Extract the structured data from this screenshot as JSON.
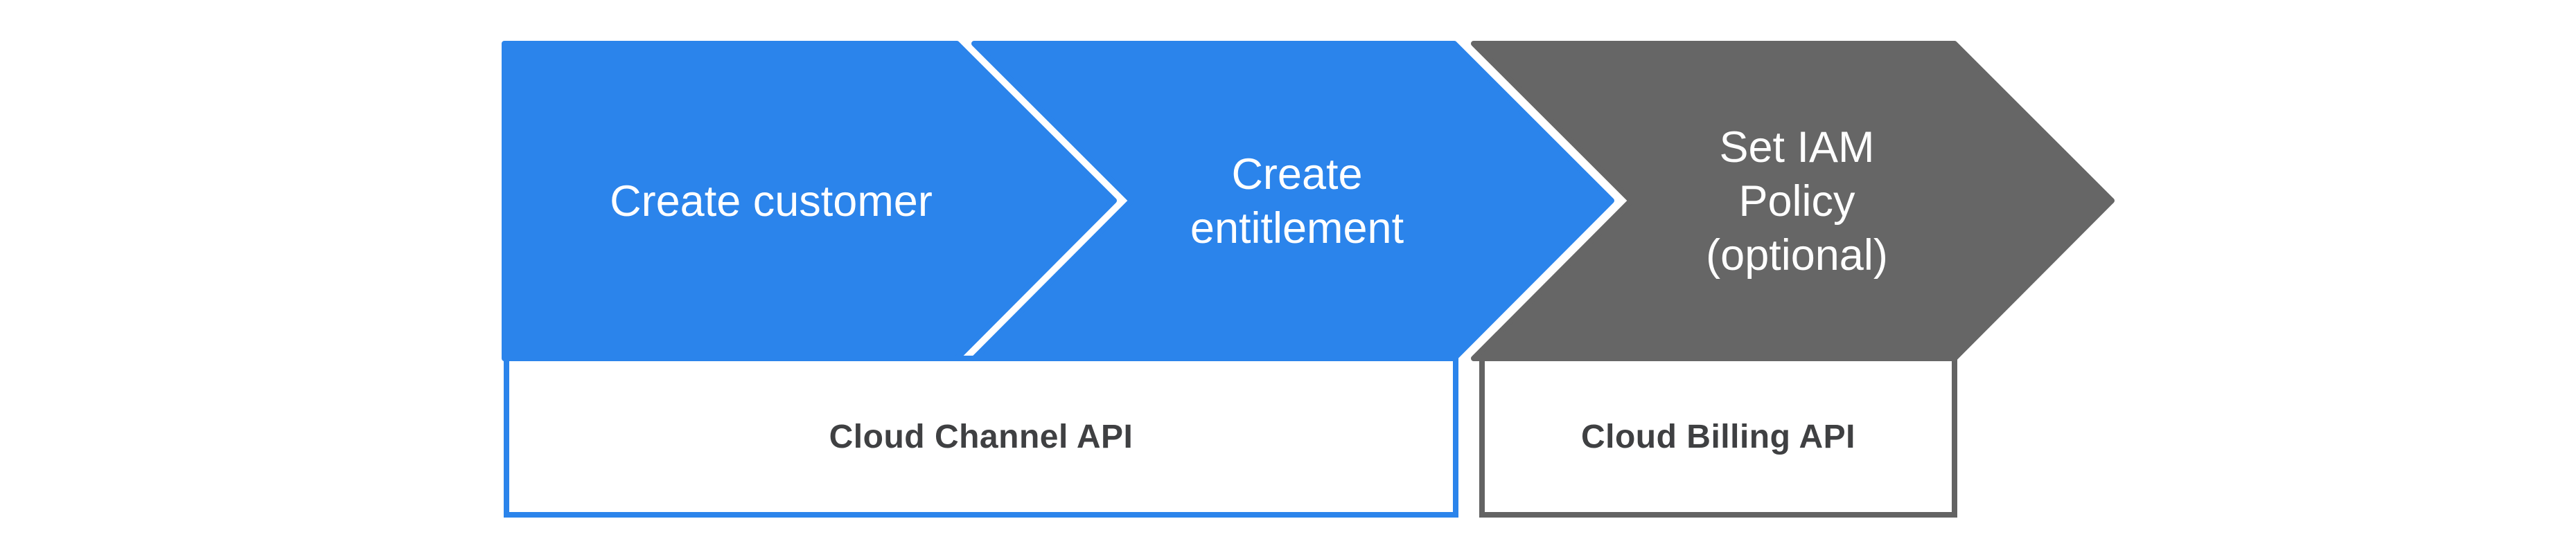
{
  "diagram": {
    "background_color": "#FFFFFF",
    "separator_color": "#FFFFFF",
    "steps": [
      {
        "id": "create-customer",
        "label": "Create customer",
        "fill": "#2B84EB",
        "text_color": "#FFFFFF"
      },
      {
        "id": "create-entitlement",
        "label": "Create\nentitlement",
        "fill": "#2B84EB",
        "text_color": "#FFFFFF"
      },
      {
        "id": "set-iam-policy",
        "label": "Set IAM\nPolicy\n(optional)",
        "fill": "#666666",
        "text_color": "#FFFFFF"
      }
    ],
    "api_boxes": [
      {
        "id": "cloud-channel-api",
        "label": "Cloud Channel API",
        "border_color": "#2B84EB",
        "text_color": "#3F4042",
        "spans_steps": [
          "create-customer",
          "create-entitlement"
        ]
      },
      {
        "id": "cloud-billing-api",
        "label": "Cloud Billing API",
        "border_color": "#636363",
        "text_color": "#3F4042",
        "spans_steps": [
          "set-iam-policy"
        ]
      }
    ]
  }
}
